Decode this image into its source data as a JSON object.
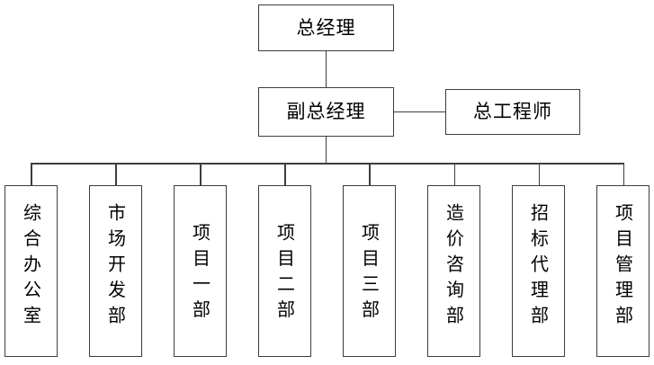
{
  "chart": {
    "title": "总经理",
    "type": "organization-chart",
    "background_color": "#ffffff",
    "line_color": "#3d3d3d",
    "text_color": "#000000"
  },
  "tier1": {
    "label": "总经理"
  },
  "tier2": {
    "primary": {
      "label": "副总经理"
    },
    "secondary": {
      "label": "总工程师"
    }
  },
  "departments": [
    {
      "label": "综合办公室"
    },
    {
      "label": "市场开发部"
    },
    {
      "label": "项目一部"
    },
    {
      "label": "项目二部"
    },
    {
      "label": "项目三部"
    },
    {
      "label": "造价咨询部"
    },
    {
      "label": "招标代理部"
    },
    {
      "label": "项目管理部"
    }
  ]
}
